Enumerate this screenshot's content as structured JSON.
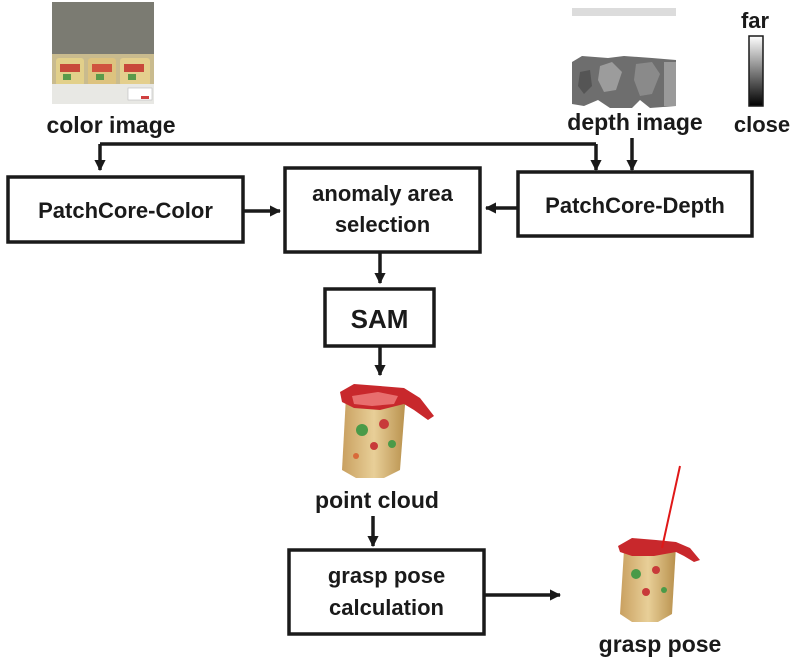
{
  "inputs": {
    "color_image_label": "color image",
    "depth_image_label": "depth image",
    "depth_scale_far": "far",
    "depth_scale_close": "close"
  },
  "nodes": {
    "patchcore_color": "PatchCore-Color",
    "anomaly_line1": "anomaly area",
    "anomaly_line2": "selection",
    "patchcore_depth": "PatchCore-Depth",
    "sam": "SAM",
    "grasp_line1": "grasp pose",
    "grasp_line2": "calculation"
  },
  "outputs": {
    "point_cloud_label": "point cloud",
    "grasp_pose_label": "grasp pose"
  },
  "colors": {
    "ink": "#1a1a1a",
    "grasp_line": "#e01818",
    "cup_lid": "#c8282c",
    "cup_body": "#d8b878",
    "depth_region": "#6e6e6e"
  }
}
